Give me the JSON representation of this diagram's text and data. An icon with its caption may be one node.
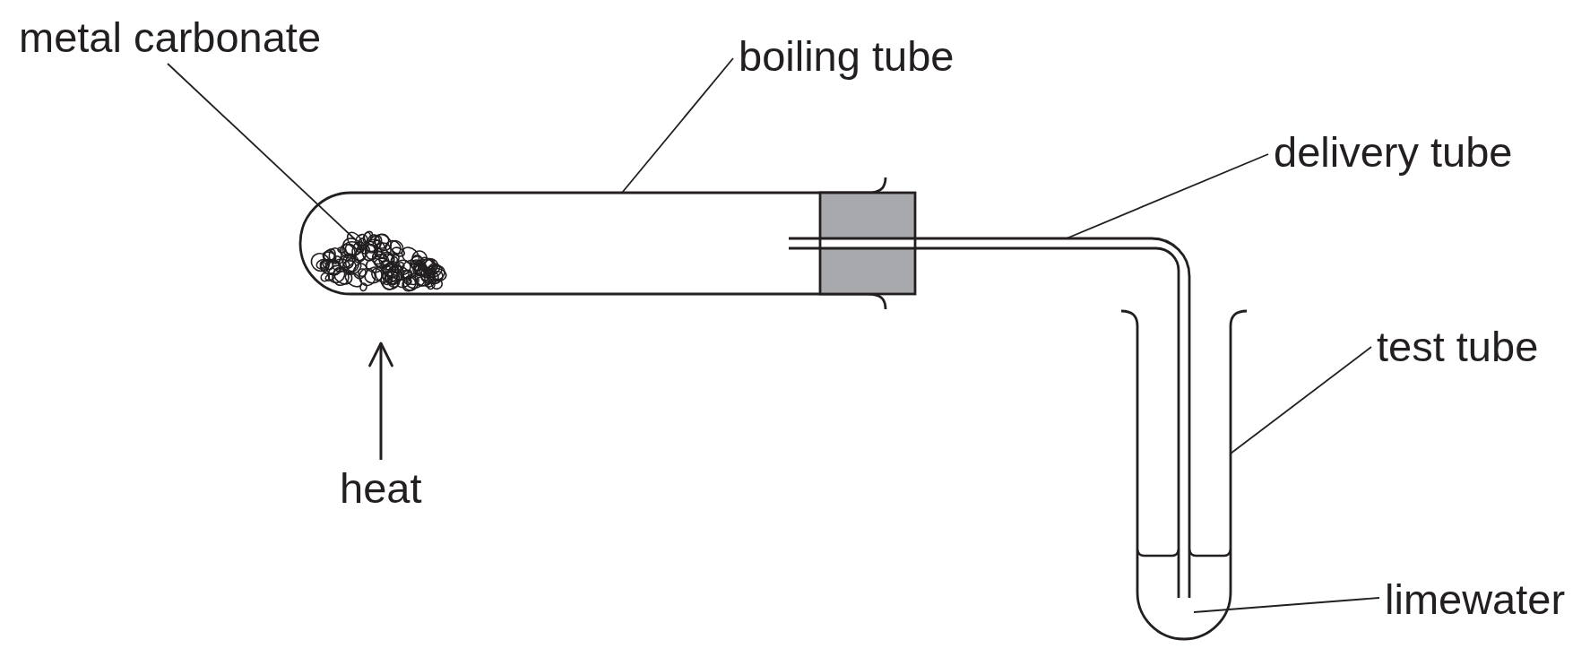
{
  "diagram": {
    "nodes": [
      {
        "text": [
          "metal carbonate"
        ]
      },
      {
        "text": [
          "boiling tube"
        ]
      },
      {
        "text": [],
        "shape": "picture"
      },
      {
        "text": [],
        "shape": "picture",
        "in": 2
      },
      {
        "text": [
          "delivery tube"
        ]
      },
      {
        "text": [],
        "shape": "picture"
      },
      {
        "text": [
          "test tube"
        ]
      },
      {
        "text": [],
        "shape": "picture"
      },
      {
        "text": [
          "heat"
        ]
      },
      {
        "text": [
          "limewater"
        ]
      }
    ],
    "edges": [
      {
        "from": 0,
        "to": 3,
        "arrow": "none"
      },
      {
        "from": 1,
        "to": 2,
        "arrow": "none"
      },
      {
        "from": 4,
        "to": 5,
        "arrow": "none"
      },
      {
        "from": 6,
        "to": 7,
        "arrow": "none"
      },
      {
        "from": 8,
        "to": 2,
        "arrow": "to"
      },
      {
        "from": 9,
        "to": 7,
        "arrow": "none"
      }
    ]
  }
}
